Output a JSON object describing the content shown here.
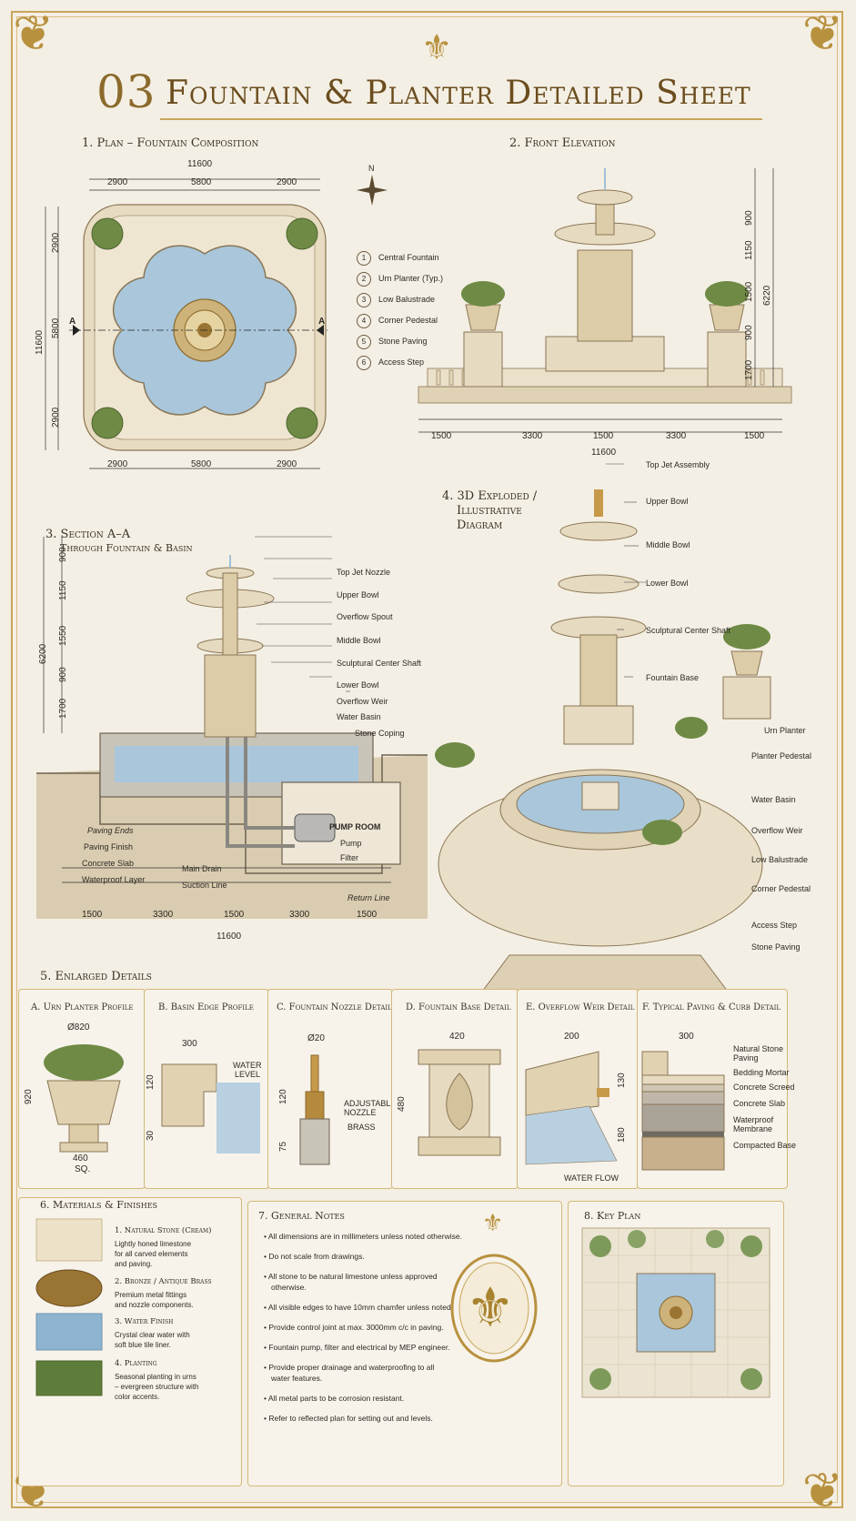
{
  "sheet": {
    "number": "03",
    "title": "Fountain & Planter Detailed Sheet"
  },
  "plan": {
    "heading": "1. Plan – Fountain Composition",
    "dims_top_total": "11600",
    "dims_top": [
      "2900",
      "5800",
      "2900"
    ],
    "dims_bottom": [
      "2900",
      "5800",
      "2900"
    ],
    "dims_left_total": "11600",
    "dims_left": [
      "2900",
      "5800",
      "2900"
    ],
    "section_mark": "A",
    "north": "N",
    "legend": [
      {
        "n": "1",
        "label": "Central Fountain"
      },
      {
        "n": "2",
        "label": "Urn Planter (Typ.)"
      },
      {
        "n": "3",
        "label": "Low Balustrade"
      },
      {
        "n": "4",
        "label": "Corner Pedestal"
      },
      {
        "n": "5",
        "label": "Stone Paving"
      },
      {
        "n": "6",
        "label": "Access Step"
      }
    ]
  },
  "front": {
    "heading": "2. Front Elevation",
    "dims_right": [
      "900",
      "1150",
      "1500",
      "900",
      "1700"
    ],
    "dims_right_total": "6220",
    "dims_bottom": [
      "1500",
      "3300",
      "1500",
      "3300",
      "1500"
    ],
    "dims_bottom_total": "11600"
  },
  "section": {
    "heading1": "3. Section A–A",
    "heading2": "Through Fountain & Basin",
    "dims_left": [
      "900",
      "1150",
      "1550",
      "900",
      "1700"
    ],
    "dims_left_total": "6200",
    "dims_bottom": [
      "1500",
      "3300",
      "1500",
      "3300",
      "1500"
    ],
    "dims_bottom_total": "11600",
    "labels_right": [
      "Top Jet Nozzle",
      "Upper Bowl",
      "Overflow Spout",
      "Middle Bowl",
      "Sculptural Center Shaft",
      "Lower Bowl",
      "Overflow Weir",
      "Water Basin",
      "Stone Coping"
    ],
    "labels_left": [
      "Paving Finish",
      "Concrete Slab",
      "Waterproof Layer"
    ],
    "labels_bottom": [
      "Main Drain",
      "Suction Line"
    ],
    "pump_room": "PUMP ROOM",
    "pump": "Pump",
    "filter": "Filter",
    "paving_ends": "Paving Ends",
    "return_line": "Return Line"
  },
  "exploded": {
    "heading1": "4. 3D Exploded /",
    "heading2": "Illustrative",
    "heading3": "Diagram",
    "labels": [
      "Top Jet Assembly",
      "Upper Bowl",
      "Middle Bowl",
      "Lower Bowl",
      "Sculptural Center Shaft",
      "Fountain Base",
      "Urn Planter",
      "Planter Pedestal",
      "Water Basin",
      "Overflow Weir",
      "Low Balustrade",
      "Corner Pedestal",
      "Access Step",
      "Stone Paving"
    ]
  },
  "details": {
    "heading": "5. Enlarged Details",
    "a": {
      "title": "A. Urn Planter Profile",
      "dia": "Ø820",
      "h": "920",
      "base": "460",
      "sq": "SQ."
    },
    "b": {
      "title": "B. Basin Edge Profile",
      "w": "300",
      "h1": "120",
      "h2": "30",
      "water": "WATER",
      "level": "LEVEL"
    },
    "c": {
      "title": "C. Fountain Nozzle Detail",
      "dia": "Ø20",
      "h1": "120",
      "h2": "75",
      "adj1": "ADJUSTABLE",
      "adj2": "NOZZLE",
      "brass": "BRASS"
    },
    "d": {
      "title": "D. Fountain Base Detail",
      "w": "420",
      "h": "480"
    },
    "e": {
      "title": "E. Overflow Weir Detail",
      "w": "200",
      "h1": "130",
      "h2": "180",
      "flow": "WATER FLOW"
    },
    "f": {
      "title": "F. Typical Paving & Curb Detail",
      "w": "300",
      "layers": [
        "Natural Stone",
        "Paving",
        "Bedding Mortar",
        "Concrete Screed",
        "Concrete Slab",
        "Waterproof",
        "Membrane",
        "Compacted Base"
      ]
    }
  },
  "materials": {
    "heading": "6. Materials & Finishes",
    "items": [
      {
        "title": "1. Natural Stone (Cream)",
        "lines": [
          "Lightly honed limestone",
          "for all carved elements",
          "and paving."
        ]
      },
      {
        "title": "2. Bronze / Antique Brass",
        "lines": [
          "Premium metal fittings",
          "and nozzle components."
        ]
      },
      {
        "title": "3. Water Finish",
        "lines": [
          "Crystal clear water with",
          "soft blue tile liner."
        ]
      },
      {
        "title": "4. Planting",
        "lines": [
          "Seasonal planting in urns",
          "– evergreen structure with",
          "color accents."
        ]
      }
    ]
  },
  "notes": {
    "heading": "7. General Notes",
    "items": [
      "All dimensions are in millimeters unless noted otherwise.",
      "Do not scale from drawings.",
      "All stone to be natural limestone unless approved",
      "otherwise.",
      "All visible edges to have 10mm chamfer unless noted.",
      "Provide control joint at max. 3000mm c/c in paving.",
      "Fountain pump, filter and electrical by MEP engineer.",
      "Provide proper drainage and waterproofing to all",
      "water features.",
      "All metal parts to be corrosion resistant.",
      "Refer to reflected plan for setting out and levels."
    ]
  },
  "keyplan": {
    "heading": "8. Key Plan"
  },
  "colors": {
    "gold": "#c9a55a",
    "stone": "#e8dcc4",
    "water": "#a9c6db",
    "bronze": "#9a7432",
    "green": "#5f7d3a"
  }
}
